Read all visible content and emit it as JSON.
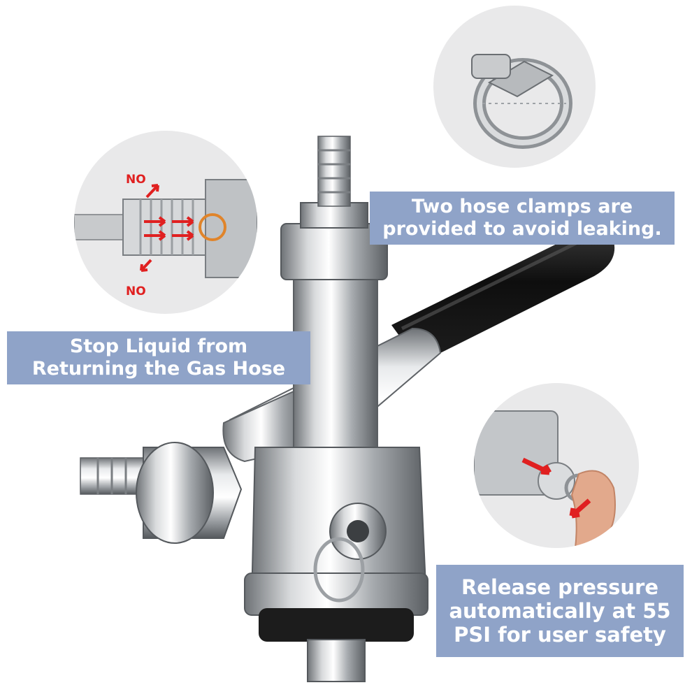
{
  "callouts": {
    "hose_clamps": {
      "line1": "Two hose clamps are",
      "line2": "provided to avoid leaking."
    },
    "stop_liquid": {
      "line1": "Stop Liquid from",
      "line2": "Returning the Gas Hose"
    },
    "release_pressure": {
      "line1": "Release pressure",
      "line2": "automatically at 55",
      "line3": "PSI for user safety"
    }
  },
  "detail_marks": {
    "no_top": "NO",
    "no_bottom": "NO"
  },
  "icons": [
    "hose-clamp-icon",
    "check-valve-icon",
    "pressure-relief-ring-icon",
    "keg-coupler-icon"
  ],
  "colors": {
    "callout_bg": "#8fa3c8",
    "callout_text": "#ffffff",
    "arrow_red": "#e02020",
    "circle_bg": "#e9e9ea",
    "handle_black": "#141414"
  }
}
